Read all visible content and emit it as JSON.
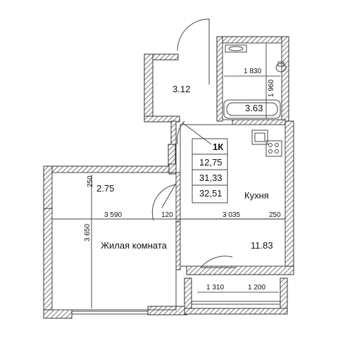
{
  "unit_type": "1К",
  "areas_summary": {
    "living": "12,75",
    "total_no_balcony": "31,33",
    "total": "32,51"
  },
  "rooms": {
    "hallway": "3.12",
    "bathroom": "3.63",
    "corridor": "2.75",
    "living_room": {
      "name": "Жилая комната",
      "area": ""
    },
    "kitchen": {
      "name": "Кухня",
      "area": "11.83"
    }
  },
  "dimensions": {
    "bath_width": "1 830",
    "bath_height": "1 960",
    "corridor_side": "250",
    "living_width": "3 590",
    "partition": "120",
    "kitchen_width": "3 035",
    "kitchen_side": "250",
    "living_height": "3 650",
    "balcony_left": "1 310",
    "balcony_right": "1 200"
  }
}
